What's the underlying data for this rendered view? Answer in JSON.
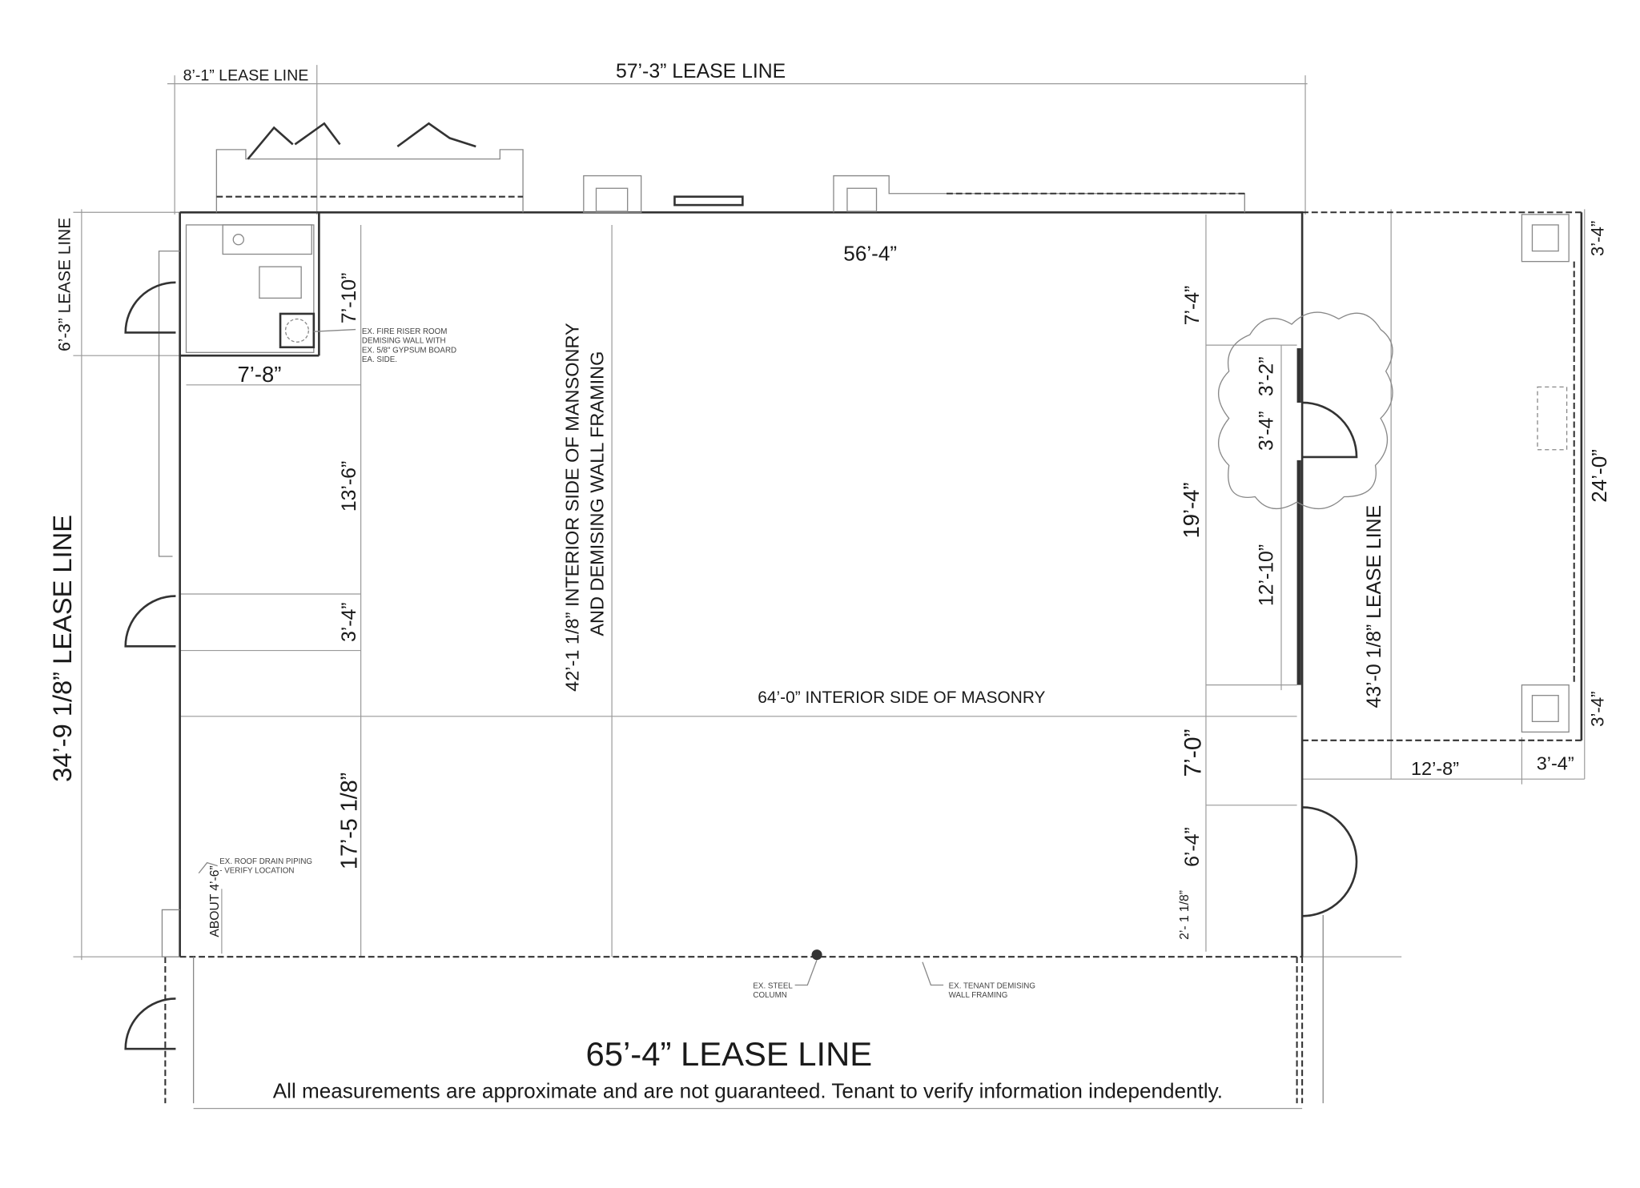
{
  "title": "65’-4” LEASE LINE",
  "disclaimer": "All measurements are approximate and are not guaranteed. Tenant to verify information independently.",
  "dimensions": {
    "top_left": "8’-1” LEASE LINE",
    "top": "57’-3” LEASE LINE",
    "left_upper": "6’-3” LEASE LINE",
    "left": "34’-9 1/8” LEASE LINE",
    "riser_height": "7’-10”",
    "riser_width": "7’-8”",
    "left_13_6": "13’-6”",
    "left_3_4": "3’-4”",
    "left_17_5": "17’-5 1/8”",
    "about_4_6": "ABOUT 4’-6”",
    "interior_line1": "42’-1 1/8” INTERIOR SIDE OF MANSONRY",
    "interior_line2": "AND DEMISING WALL FRAMING",
    "width_56_4": "56’-4”",
    "interior_64": "64’-0” INTERIOR SIDE OF MASONRY",
    "right_7_4": "7’-4”",
    "right_19_4": "19’-4”",
    "right_7_0": "7’-0”",
    "right_6_4": "6’-4”",
    "right_2_1": "2’- 1 1/8”",
    "door_3_2": "3’-2”",
    "door_3_4": "3’-4”",
    "right_12_10": "12’-10”",
    "annex_lease": "43’-0 1/8” LEASE LINE",
    "annex_top_3_4": "3’-4”",
    "annex_24_0": "24’-0”",
    "annex_bottom_3_4": "3’-4”",
    "annex_12_8": "12’-8”",
    "annex_width_3_4": "3’-4”"
  },
  "notes": {
    "fire_riser": [
      "EX. FIRE RISER ROOM",
      "DEMISING WALL WITH",
      "EX. 5/8\" GYPSUM BOARD",
      "EA. SIDE."
    ],
    "roof_drain": [
      "EX. ROOF DRAIN PIPING",
      "- VERIFY LOCATION"
    ],
    "steel_column": [
      "EX. STEEL",
      "COLUMN"
    ],
    "tenant_wall": [
      "EX. TENANT DEMISING",
      "WALL FRAMING"
    ]
  }
}
